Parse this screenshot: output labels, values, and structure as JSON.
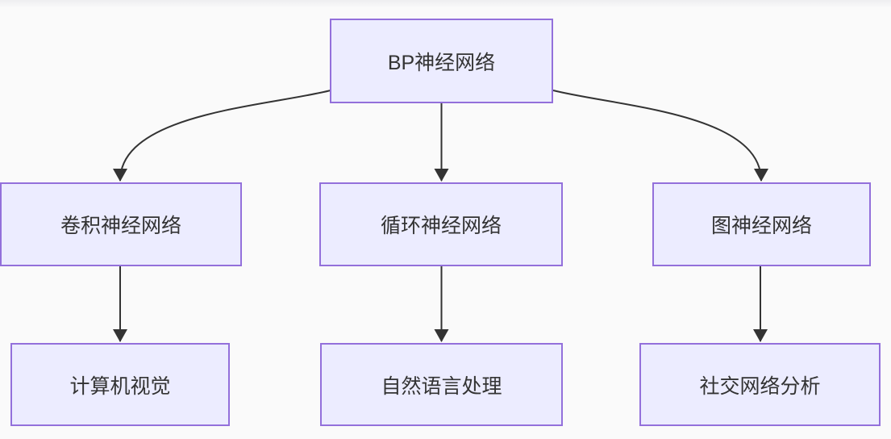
{
  "page": {
    "background_color": "#fafafa"
  },
  "diagram": {
    "type": "flowchart",
    "direction": "top-down",
    "style": {
      "node_fill": "#ECECFF",
      "node_border": "#9370DB",
      "edge_color": "#333333",
      "text_color": "#333333"
    },
    "nodes": [
      {
        "id": "bp",
        "label": "BP神经网络",
        "level": 1
      },
      {
        "id": "cnn",
        "label": "卷积神经网络",
        "level": 2
      },
      {
        "id": "rnn",
        "label": "循环神经网络",
        "level": 2
      },
      {
        "id": "gnn",
        "label": "图神经网络",
        "level": 2
      },
      {
        "id": "cv",
        "label": "计算机视觉",
        "level": 3
      },
      {
        "id": "nlp",
        "label": "自然语言处理",
        "level": 3
      },
      {
        "id": "sna",
        "label": "社交网络分析",
        "level": 3
      }
    ],
    "edges": [
      {
        "from": "BP神经网络",
        "to": "卷积神经网络"
      },
      {
        "from": "BP神经网络",
        "to": "循环神经网络"
      },
      {
        "from": "BP神经网络",
        "to": "图神经网络"
      },
      {
        "from": "卷积神经网络",
        "to": "计算机视觉"
      },
      {
        "from": "循环神经网络",
        "to": "自然语言处理"
      },
      {
        "from": "图神经网络",
        "to": "社交网络分析"
      }
    ]
  }
}
